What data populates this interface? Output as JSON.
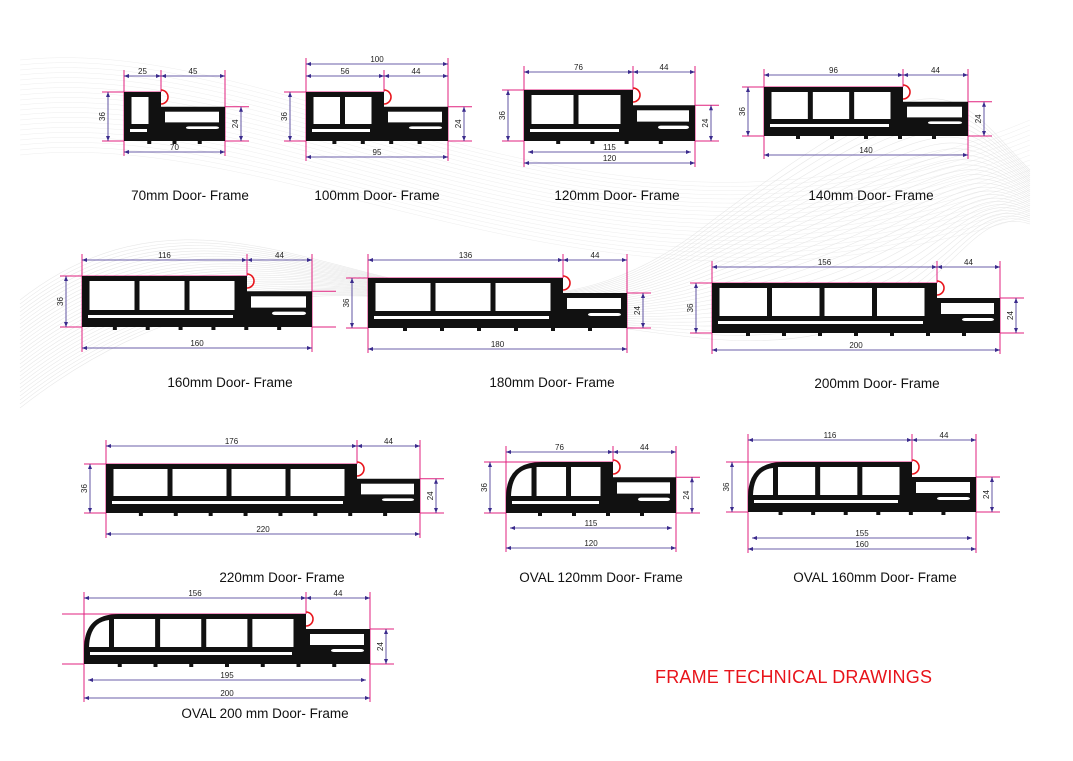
{
  "heading": "FRAME TECHNICAL DRAWINGS",
  "colors": {
    "profile": "#111111",
    "dimension": "#3a2a8c",
    "extension": "#e0207f",
    "seal": "#e8141b",
    "heading": "#e8141b"
  },
  "frames": [
    {
      "title": "70mm Door- Frame",
      "oval": false,
      "cells": 1,
      "top": [
        "25",
        "45"
      ],
      "overall": null,
      "left_h": "36",
      "right_h": "24",
      "bottom": [
        "70"
      ]
    },
    {
      "title": "100mm Door- Frame",
      "oval": false,
      "cells": 2,
      "top": [
        "56",
        "44"
      ],
      "overall": "100",
      "left_h": "36",
      "right_h": "24",
      "bottom": [
        "95"
      ]
    },
    {
      "title": "120mm Door- Frame",
      "oval": false,
      "cells": 2,
      "top": [
        "76",
        "44"
      ],
      "overall": null,
      "left_h": "36",
      "right_h": "24",
      "bottom": [
        "115",
        "120"
      ]
    },
    {
      "title": "140mm Door- Frame",
      "oval": false,
      "cells": 3,
      "top": [
        "96",
        "44"
      ],
      "overall": null,
      "left_h": "36",
      "right_h": "24",
      "bottom": [
        "140"
      ]
    },
    {
      "title": "160mm Door- Frame",
      "oval": false,
      "cells": 3,
      "top": [
        "116",
        "44"
      ],
      "overall": null,
      "left_h": "36",
      "right_h": "",
      "bottom": [
        "160"
      ]
    },
    {
      "title": "180mm  Door- Frame",
      "oval": false,
      "cells": 3,
      "top": [
        "136",
        "44"
      ],
      "overall": null,
      "left_h": "36",
      "right_h": "24",
      "bottom": [
        "180"
      ]
    },
    {
      "title": "200mm Door- Frame",
      "oval": false,
      "cells": 4,
      "top": [
        "156",
        "44"
      ],
      "overall": null,
      "left_h": "36",
      "right_h": "24",
      "bottom": [
        "200"
      ]
    },
    {
      "title": "220mm Door- Frame",
      "oval": false,
      "cells": 4,
      "top": [
        "176",
        "44"
      ],
      "overall": null,
      "left_h": "36",
      "right_h": "24",
      "bottom": [
        "220"
      ]
    },
    {
      "title": "OVAL 120mm Door- Frame",
      "oval": true,
      "cells": 2,
      "top": [
        "76",
        "44"
      ],
      "overall": null,
      "left_h": "36",
      "right_h": "24",
      "bottom": [
        "115",
        "120"
      ]
    },
    {
      "title": "OVAL 160mm Door- Frame",
      "oval": true,
      "cells": 3,
      "top": [
        "116",
        "44"
      ],
      "overall": null,
      "left_h": "36",
      "right_h": "24",
      "bottom": [
        "155",
        "160"
      ]
    },
    {
      "title": "OVAL 200 mm Door- Frame",
      "oval": true,
      "cells": 4,
      "top": [
        "156",
        "44"
      ],
      "overall": null,
      "left_h": "",
      "right_h": "24",
      "bottom": [
        "195",
        "200"
      ]
    }
  ]
}
